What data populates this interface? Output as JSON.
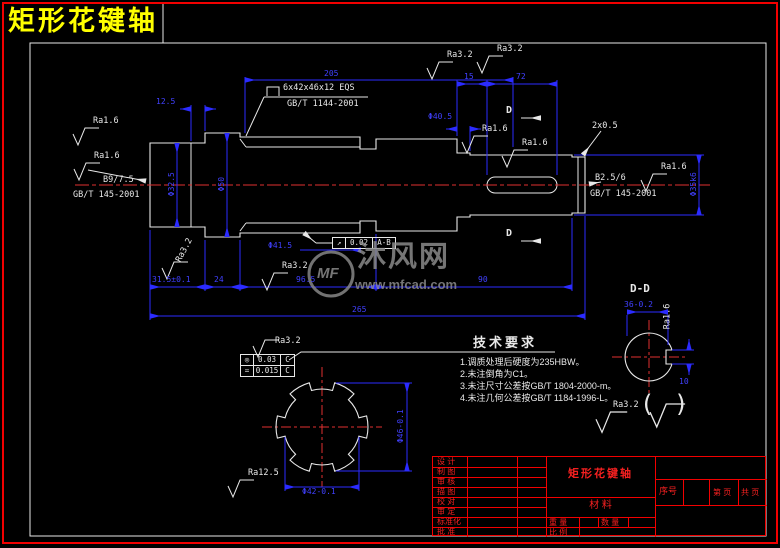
{
  "window": {
    "title": "矩形花键轴"
  },
  "callouts": {
    "spline": {
      "designation": "6x42x46x12 EQS",
      "standard": "GB/T 1144-2001"
    },
    "center_hole_left": {
      "designation": "B9/7.5",
      "standard": "GB/T 145-2001"
    },
    "center_hole_right": {
      "designation": "B2.5/6",
      "standard": "GB/T 145-2001"
    },
    "chamfer": "2x0.5"
  },
  "dimensions": {
    "top_overall": "205",
    "keyway_start": "15",
    "keyway_length": "72",
    "step_width": "12.5",
    "dia_left_journal": "Φ32.5",
    "dia_collar": "Φ50",
    "dia_groove": "Φ41.5",
    "dia_neck": "Φ40.5",
    "dia_right_journal": "Φ35k6",
    "chain_1": "31.5±0.1",
    "chain_2": "24",
    "chain_3": "96.5",
    "chain_4": "90",
    "overall_length": "265",
    "section_width": "36-0.2",
    "section_keyway_width": "10",
    "spline_major_dia": "Φ46-0.1",
    "spline_minor_dia": "Φ42-0.1"
  },
  "roughness": {
    "ra16": "Ra1.6",
    "ra32": "Ra3.2",
    "ra125": "Ra12.5"
  },
  "tolerances": {
    "runout": {
      "symbol": "↗",
      "value": "0.02",
      "datum": "A-B"
    },
    "concentricity": {
      "symbol": "◎",
      "value": "0.03",
      "datum": "C"
    },
    "symmetry": {
      "symbol": "=",
      "value": "0.015",
      "datum": "C"
    }
  },
  "sections": {
    "view_label": "D-D",
    "cut_label": "D"
  },
  "tech_requirements": {
    "heading": "技术要求",
    "items": [
      "1.调质处理后硬度为235HBW。",
      "2.未注倒角为C1。",
      "3.未注尺寸公差按GB/T 1804-2000-m。",
      "4.未注几何公差按GB/T 1184-1996-L。"
    ]
  },
  "collective_roughness": {
    "paren_open": "(",
    "label": "Ra3.2",
    "paren_close": ")"
  },
  "title_block": {
    "rows": [
      "设 计",
      "制 图",
      "审 核",
      "描 图",
      "校 对",
      "审 定",
      "标准化",
      "批 准"
    ],
    "part_name": "矩形花键轴",
    "material_label": "材  料",
    "weight_label": "重 量",
    "quantity_label": "数 量",
    "scale_label": "比 例",
    "serial_label": "序号",
    "page_label": "第  页",
    "total_label": "共  页"
  },
  "watermark": {
    "logo": "MF",
    "site_name": "沐风网",
    "url": "www.mfcad.com"
  }
}
